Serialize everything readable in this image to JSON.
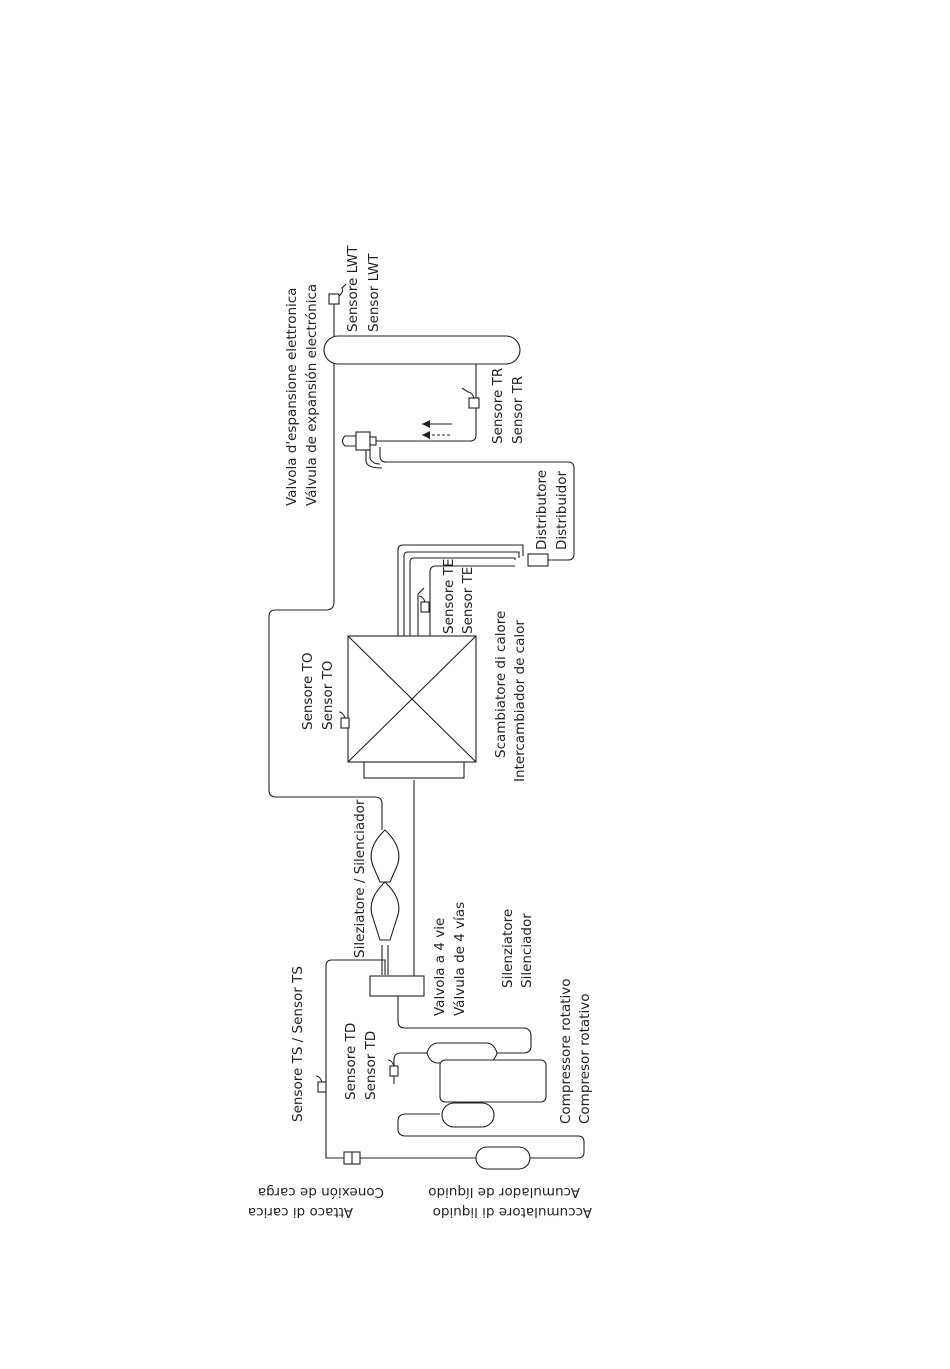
{
  "labels": {
    "lwt_it": "Sensore LWT",
    "lwt_es": "Sensor LWT",
    "eev_it": "Valvola d'espansione elettronica",
    "eev_es": "Válvula de expansión electrónica",
    "tr_it": "Sensore TR",
    "tr_es": "Sensor TR",
    "dist_it": "Distributore",
    "dist_es": "Distribuidor",
    "te_it": "Sensore TE",
    "te_es": "Sensor TE",
    "hx_it": "Scambiatore di calore",
    "hx_es": "Intercambiador de calor",
    "to_it": "Sensore TO",
    "to_es": "Sensor TO",
    "muffler_top": "Sileziatore / Silenciador",
    "valve4_it": "Valvola a 4 vie",
    "valve4_es": "Válvula de 4 vías",
    "sil_it": "Silenziatore",
    "sil_es": "Silenciador",
    "comp_it": "Compressore rotativo",
    "comp_es": "Compresor rotativo",
    "td_it": "Sensore TD",
    "td_es": "Sensor TD",
    "ts": "Sensore TS / Sensor TS",
    "charge_it": "Attaco di carica",
    "charge_es": "Conexión de carga",
    "acc_it": "Accumulatore di liquido",
    "acc_es": "Acumulador de líquido"
  }
}
